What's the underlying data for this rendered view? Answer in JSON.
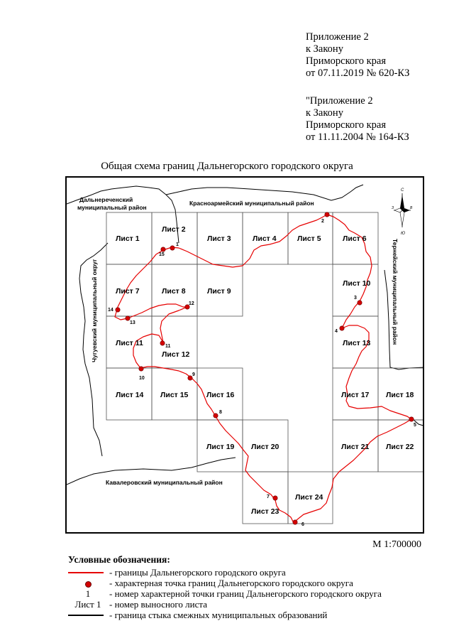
{
  "header": {
    "lines": [
      "Приложение 2",
      "к Закону",
      "Приморского края",
      "от 07.11.2019 № 620-КЗ"
    ],
    "lines2": [
      "\"Приложение 2",
      "к Закону",
      "Приморского края",
      "от 11.11.2004 № 164-КЗ"
    ]
  },
  "map": {
    "title": "Общая схема границ Дальнегорского городского округа",
    "regions": {
      "dalnerech_1": "Дальнереченский",
      "dalnerech_2": "муниципальный район",
      "krasnoarm": "Красноармейский муниципальный район",
      "terney": "Тернейский муниципальный район",
      "chuguev": "Чугуевский муниципальный округ",
      "kavalerov": "Кавалеровский муниципальный район"
    },
    "compass": {
      "n": "С",
      "s": "Ю",
      "w": "З",
      "e": "В"
    },
    "sheets": [
      "Лист 1",
      "Лист 2",
      "Лист 3",
      "Лист 4",
      "Лист 5",
      "Лист 6",
      "Лист 7",
      "Лист 8",
      "Лист 9",
      "Лист 10",
      "Лист 11",
      "Лист 12",
      "Лист 13",
      "Лист 14",
      "Лист 15",
      "Лист 16",
      "Лист 17",
      "Лист 18",
      "Лист 19",
      "Лист 20",
      "Лист 21",
      "Лист 22",
      "Лист 23",
      "Лист 24"
    ],
    "points": [
      "1",
      "2",
      "3",
      "4",
      "5",
      "6",
      "7",
      "8",
      "9",
      "10",
      "11",
      "12",
      "13",
      "14",
      "15"
    ],
    "boundary_color": "#e60000",
    "point_color": "#d40000"
  },
  "scale": "М 1:700000",
  "legend": {
    "title": "Условные обозначения:",
    "items": [
      {
        "symbol": "",
        "text": "- границы Дальнегорского городского округа"
      },
      {
        "symbol": "",
        "text": "- характерная точка границ Дальнегорского городского округа"
      },
      {
        "symbol": "1",
        "text": "- номер характерной точки границ Дальнегорского городского округа"
      },
      {
        "symbol": "Лист 1",
        "text": "- номер выносного листа"
      },
      {
        "symbol": "",
        "text": "- граница стыка смежных муниципальных образований"
      }
    ]
  }
}
